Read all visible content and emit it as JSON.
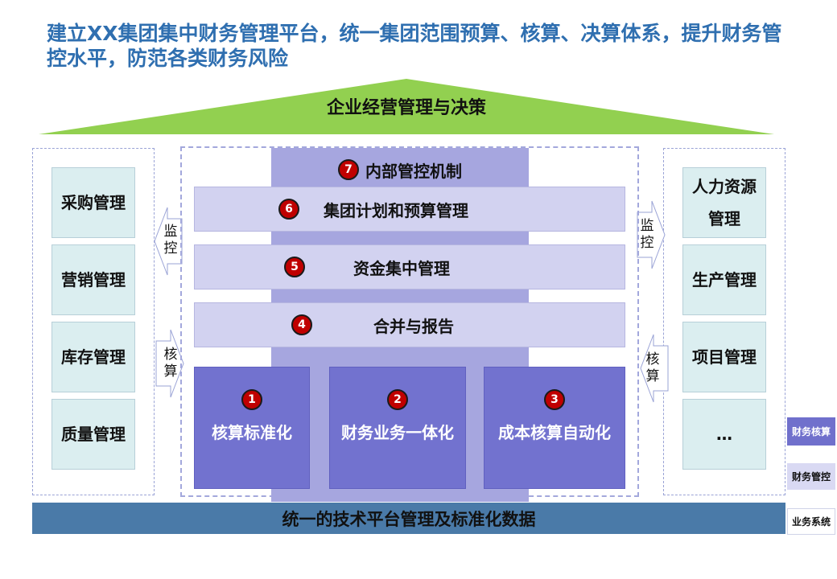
{
  "title": "建立XX集团集中财务管理平台，统一集团范围预算、核算、决算体系，提升财务管控水平，防范各类财务风险",
  "roof": {
    "label": "企业经营管理与决策"
  },
  "left_modules": [
    "采购管理",
    "营销管理",
    "库存管理",
    "质量管理"
  ],
  "right_modules": [
    "人力资源\n管理",
    "生产管理",
    "项目管理",
    "…"
  ],
  "arrows": {
    "left_top": "监\n控",
    "left_bottom": "核\n算",
    "right_top": "监\n控",
    "right_bottom": "核\n算"
  },
  "layers": [
    {
      "num": "7",
      "label": "内部管控机制"
    },
    {
      "num": "6",
      "label": "集团计划和预算管理"
    },
    {
      "num": "5",
      "label": "资金集中管理"
    },
    {
      "num": "4",
      "label": "合并与报告"
    }
  ],
  "pillars": [
    {
      "num": "1",
      "label": "核算标准化"
    },
    {
      "num": "2",
      "label": "财务业务一体化"
    },
    {
      "num": "3",
      "label": "成本核算自动化"
    }
  ],
  "foundation": "统一的技术平台管理及标准化数据",
  "legend": [
    {
      "label": "财务核算",
      "color": "#7070cc",
      "text_color": "#ffffff"
    },
    {
      "label": "财务管控",
      "color": "#d9d9f3",
      "text_color": "#111111"
    },
    {
      "label": "业务系统",
      "color": "#ffffff",
      "text_color": "#111111"
    }
  ],
  "colors": {
    "roof": "#92d050",
    "foundation": "#4a7aa8",
    "badge": "#c00000",
    "title": "#2f6fb0"
  }
}
